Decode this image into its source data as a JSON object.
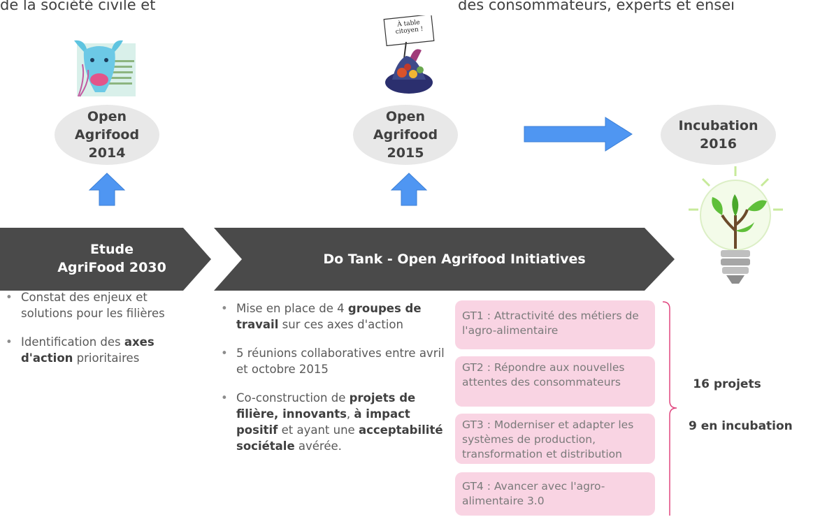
{
  "top_text": {
    "left": "de la société civile et",
    "right": "des consommateurs, experts et ensei"
  },
  "poster_caption": [
    "À table",
    "citoyen !"
  ],
  "milestones": [
    {
      "line1": "Open",
      "line2": "Agrifood",
      "line3": "2014"
    },
    {
      "line1": "Open",
      "line2": "Agrifood",
      "line3": "2015"
    },
    {
      "line1": "Incubation",
      "line2": "2016"
    }
  ],
  "phases": [
    {
      "line1": "Etude",
      "line2": "AgriFood 2030"
    },
    {
      "line1": "Do Tank - Open Agrifood Initiatives"
    }
  ],
  "etude_bullets": [
    {
      "text": "Constat des enjeux et solutions pour les filières"
    },
    {
      "pre": "Identification des ",
      "bold": "axes d'action",
      "post": " prioritaires"
    }
  ],
  "dotank_bullets": [
    {
      "pre": "Mise en place de 4 ",
      "bold": "groupes de travail",
      "post": " sur ces axes d'action"
    },
    {
      "text": "5 réunions collaboratives entre avril et octobre 2015"
    },
    {
      "pre": "Co-construction de ",
      "bold1": "projets de filière, innovants",
      "mid1": ", ",
      "bold2": "à impact positif",
      "mid2": " et ayant une ",
      "bold3": "acceptabilité sociétale",
      "post": " avérée."
    }
  ],
  "groups": [
    "GT1 : Attractivité des métiers de l'agro-alimentaire",
    "GT2 : Répondre aux nouvelles attentes des consommateurs",
    "GT3 : Moderniser et adapter les systèmes de production, transformation et distribution",
    "GT4 : Avancer avec l'agro-alimentaire 3.0"
  ],
  "results": {
    "projects": "16 projets",
    "incubation": "9 en incubation"
  },
  "colors": {
    "arrow_blue": "#4f96f2",
    "chevron": "#4a4a4a",
    "ellipse": "#e8e8e8",
    "gt_pink": "#f9d4e3",
    "bracket": "#e0467f"
  }
}
